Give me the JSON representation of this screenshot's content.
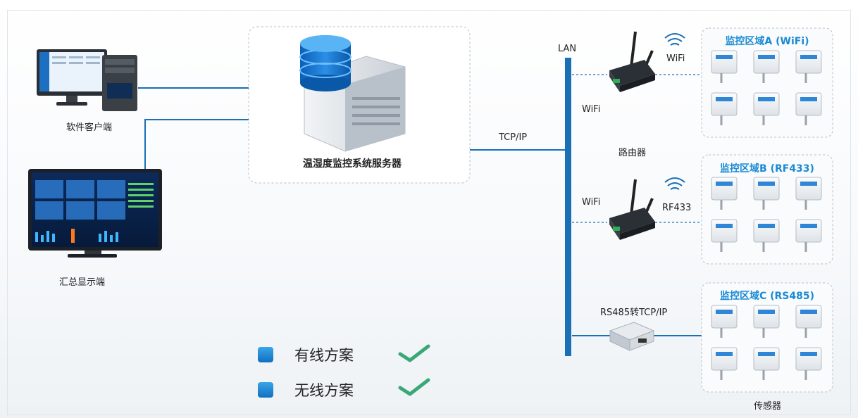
{
  "clients": {
    "software_label": "软件客户端",
    "display_label": "汇总显示端"
  },
  "server": {
    "label": "温湿度监控系统服务器"
  },
  "network": {
    "lan_label": "LAN",
    "tcpip_label": "TCP/IP"
  },
  "routers": [
    {
      "wifi_left": "WiFi",
      "wireless_label": "WiFi"
    },
    {
      "wifi_left": "WiFi",
      "wireless_label": "RF433"
    }
  ],
  "router_caption": "路由器",
  "converter": {
    "label": "RS485转TCP/IP"
  },
  "zones": [
    {
      "title": "监控区域A (WiFi)",
      "sensor_rows": 2,
      "sensor_cols": 3
    },
    {
      "title": "监控区域B (RF433)",
      "sensor_rows": 2,
      "sensor_cols": 3
    },
    {
      "title": "监控区域C (RS485)",
      "sensor_rows": 2,
      "sensor_cols": 3
    }
  ],
  "sensor_caption": "传感器",
  "legend": [
    {
      "label": "有线方案",
      "icon": "check-icon"
    },
    {
      "label": "无线方案",
      "icon": "check-icon"
    }
  ],
  "colors": {
    "accent": "#1a8ad4",
    "line": "#1b6fb4",
    "check": "#3aa876"
  }
}
